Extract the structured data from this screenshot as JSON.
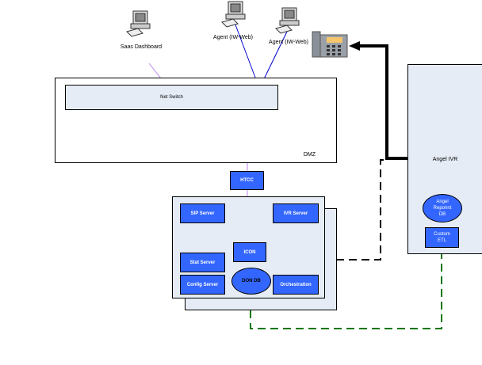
{
  "title": "Angel IVR / Genesys deployment network diagram",
  "clients": [
    {
      "label": "Saas Dashboard",
      "icon": "computer-icon"
    },
    {
      "label": "Agent (IW-Web)",
      "icon": "computer-icon"
    },
    {
      "label": "Agent (IW-Web)",
      "icon": "computer-icon"
    }
  ],
  "phone": {
    "icon": "desk-phone-icon"
  },
  "dmz": {
    "label": "DMZ",
    "netswitch_label": "Net Switch"
  },
  "htcc": {
    "label": "HTCC"
  },
  "server_cluster": {
    "sip_server": "SIP Server",
    "ivr_server": "IVR Server",
    "icon": "ICON",
    "stat_server": "Stat Server",
    "config_server": "Config Server",
    "icon_db": "DON DB",
    "orchestration": "Orchestration"
  },
  "angel": {
    "label": "Angel IVR",
    "reporting_db": "Angel Reporint DB",
    "custom_etl": "Custom ETL"
  },
  "colors": {
    "panel": "#e6ecf6",
    "component": "#3366ff",
    "purple_link": "#bb88ee",
    "blue_link": "#0000cc",
    "green_link": "#007700",
    "black_link": "#000000"
  }
}
